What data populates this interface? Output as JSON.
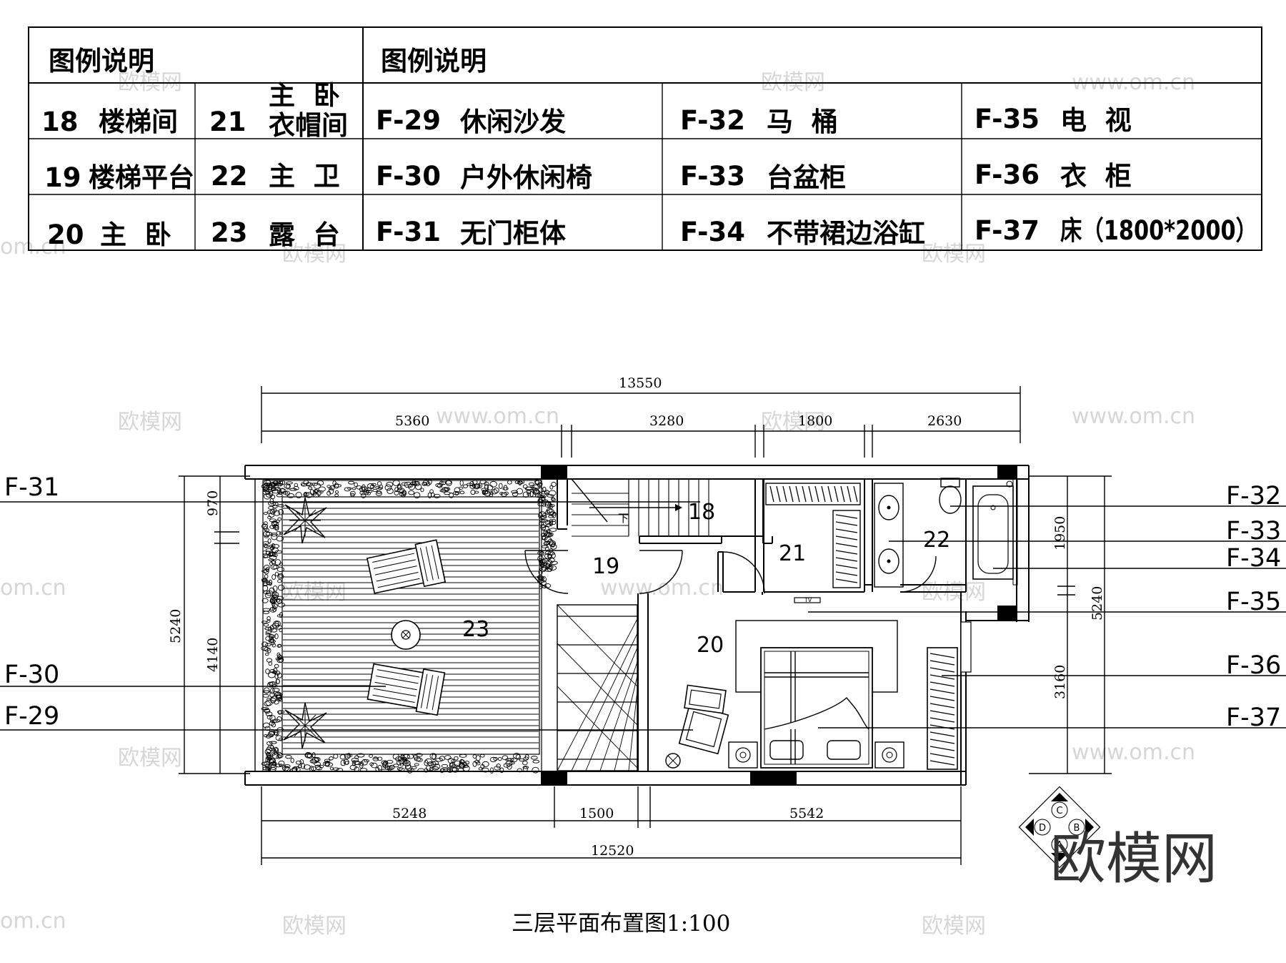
{
  "legend": {
    "head_left": "图例说明",
    "head_right": "图例说明",
    "rooms_a": [
      {
        "no": "18",
        "name": "楼梯间"
      },
      {
        "no": "19",
        "name": "楼梯平台"
      },
      {
        "no": "20",
        "name": "主  卧"
      }
    ],
    "rooms_b": [
      {
        "no": "21",
        "name_line1": "主  卧",
        "name_line2": "衣帽间"
      },
      {
        "no": "22",
        "name": "主  卫"
      },
      {
        "no": "23",
        "name": "露  台"
      }
    ],
    "furniture": [
      {
        "code": "F-29",
        "name": "休闲沙发"
      },
      {
        "code": "F-30",
        "name": "户外休闲椅"
      },
      {
        "code": "F-31",
        "name": "无门柜体"
      },
      {
        "code": "F-32",
        "name": "马  桶"
      },
      {
        "code": "F-33",
        "name": "台盆柜"
      },
      {
        "code": "F-34",
        "name": "不带裙边浴缸"
      },
      {
        "code": "F-35",
        "name": "电  视"
      },
      {
        "code": "F-36",
        "name": "衣  柜"
      },
      {
        "code": "F-37",
        "name": "床（1800*2000）"
      }
    ]
  },
  "plan": {
    "dims_top": [
      "13550",
      "5360",
      "3280",
      "1800",
      "2630"
    ],
    "dims_bottom": [
      "5248",
      "1500",
      "5542",
      "12520"
    ],
    "dims_left": [
      "970",
      "4140",
      "5240"
    ],
    "dims_right": [
      "1950",
      "3160",
      "5240"
    ],
    "room_numbers": [
      "18",
      "19",
      "20",
      "21",
      "22",
      "23"
    ],
    "stair_label": "下",
    "tv_label": "TV",
    "callouts_left": [
      "F-31",
      "F-30",
      "F-29"
    ],
    "callouts_right": [
      "F-32",
      "F-33",
      "F-34",
      "F-35",
      "F-36",
      "F-37"
    ],
    "compass_letters": [
      "C",
      "B",
      "A",
      "D"
    ],
    "title": "三层平面布置图1:100"
  },
  "watermark": {
    "brand": "欧模网",
    "small_cn": "欧模网",
    "small_url": "www.om.cn",
    "small_om": "om.cn"
  }
}
